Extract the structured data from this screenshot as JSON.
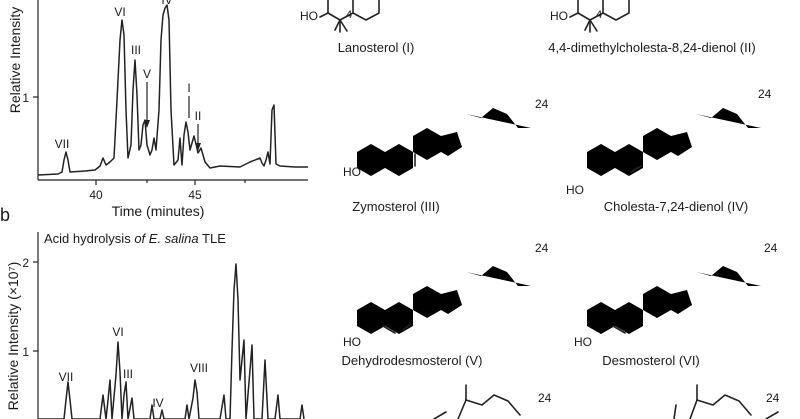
{
  "panel_a": {
    "ylabel": "Relative Intensity",
    "ytick": "1",
    "xticks": [
      "40",
      "45"
    ],
    "xlabel": "Time (minutes)",
    "peaks": [
      "VII",
      "VI",
      "III",
      "V",
      "IV",
      "I",
      "II"
    ]
  },
  "panel_b": {
    "letter": "b",
    "title_pre": "Acid hydrolysis ",
    "title_of": "of ",
    "title_species": "E. salina",
    "title_post": " TLE",
    "ylabel": "Relative Intensity (×10⁷)",
    "yticks": [
      "2",
      "1"
    ],
    "peaks": [
      "VII",
      "VI",
      "III",
      "IV",
      "VIII"
    ]
  },
  "molecules": {
    "lanosterol": "Lanosterol (I)",
    "dimethyl": "4,4-dimethylcholesta-8,24-dienol (II)",
    "zymosterol": "Zymosterol (III)",
    "cholesta": "Cholesta-7,24-dienol (IV)",
    "dehydro": "Dehydrodesmosterol (V)",
    "desmosterol": "Desmosterol (VI)",
    "c24": "24",
    "c4": "4",
    "ho": "HO"
  }
}
